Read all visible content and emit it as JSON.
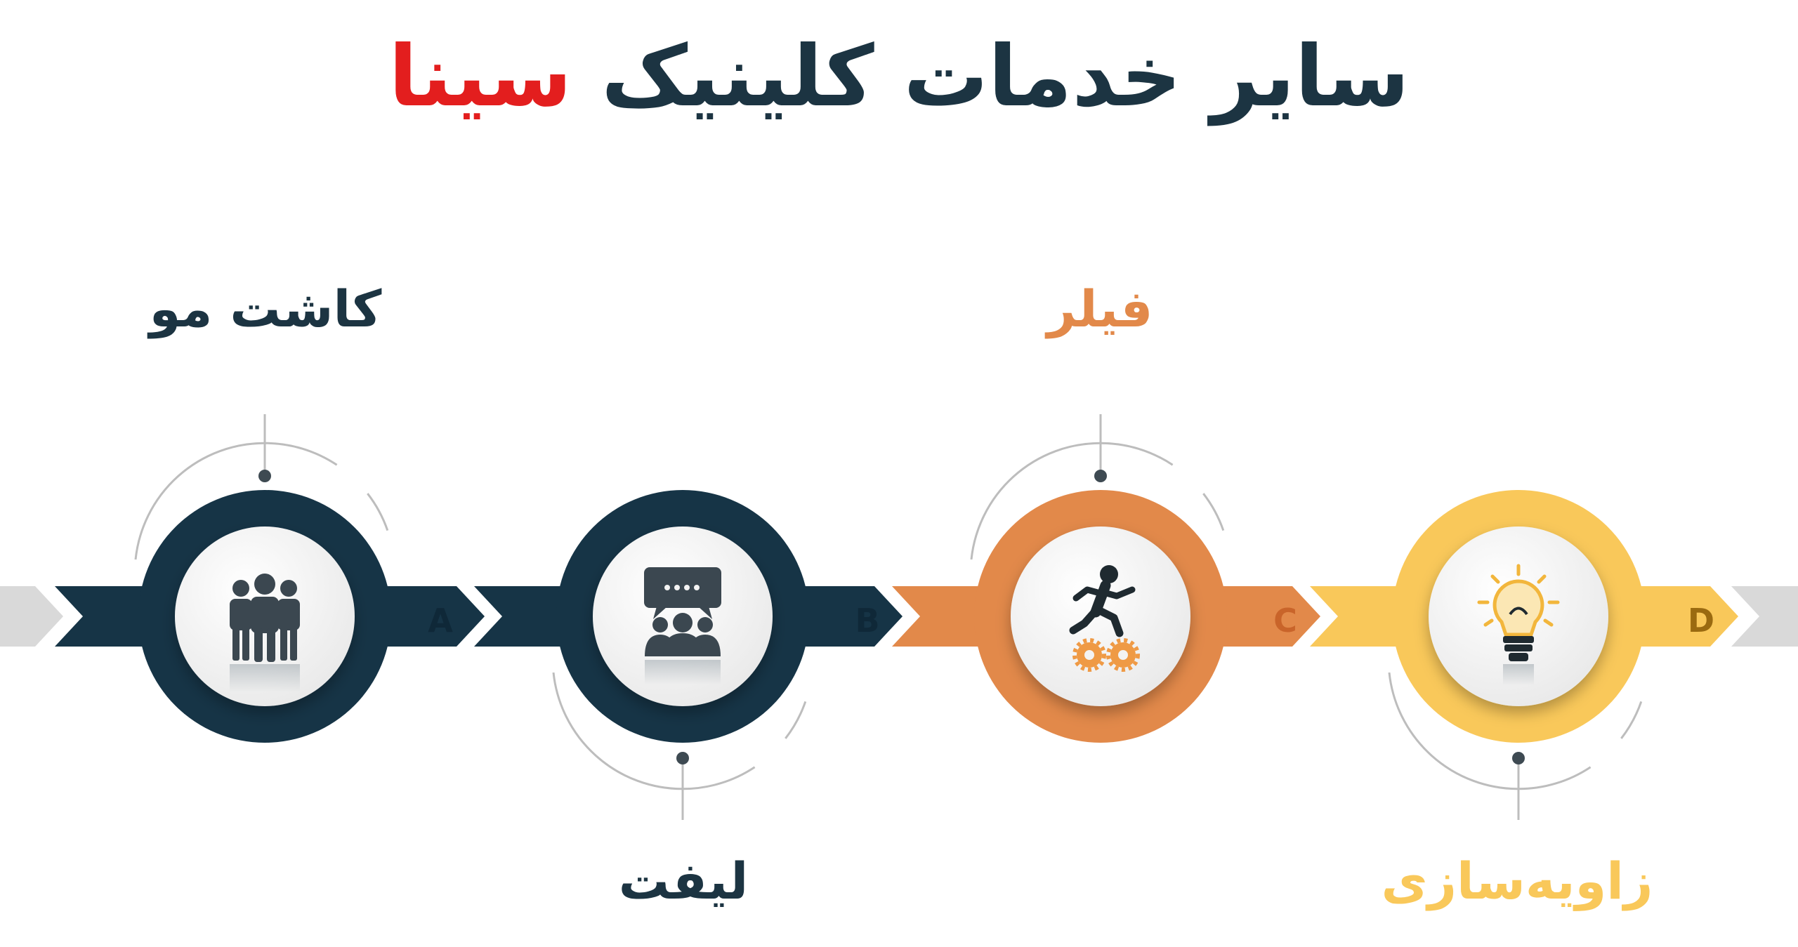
{
  "title": {
    "main": "سایر خدمات کلینیک",
    "accent": "سینا"
  },
  "colors": {
    "title_text": "#1c3442",
    "title_accent": "#e31e1e",
    "navy": "#163446",
    "orange": "#e2894a",
    "yellow": "#f9c85a",
    "light_gray": "#d9d9d9",
    "inner_circle": "#f3f3f3",
    "connector": "#bdbdbd"
  },
  "steps": [
    {
      "letter": "A",
      "label": "کاشت مو",
      "icon": "team-icon",
      "color": "#163446",
      "label_color": "#1c3442",
      "label_position": "top"
    },
    {
      "letter": "B",
      "label": "لیفت",
      "icon": "group-discussion-icon",
      "color": "#163446",
      "label_color": "#1c3442",
      "label_position": "bottom"
    },
    {
      "letter": "C",
      "label": "فیلر",
      "icon": "runner-gears-icon",
      "color": "#e2894a",
      "label_color": "#e2894a",
      "label_position": "top"
    },
    {
      "letter": "D",
      "label": "زاویه‌سازی",
      "icon": "lightbulb-icon",
      "color": "#f9c85a",
      "label_color": "#f9c85a",
      "label_position": "bottom"
    }
  ]
}
